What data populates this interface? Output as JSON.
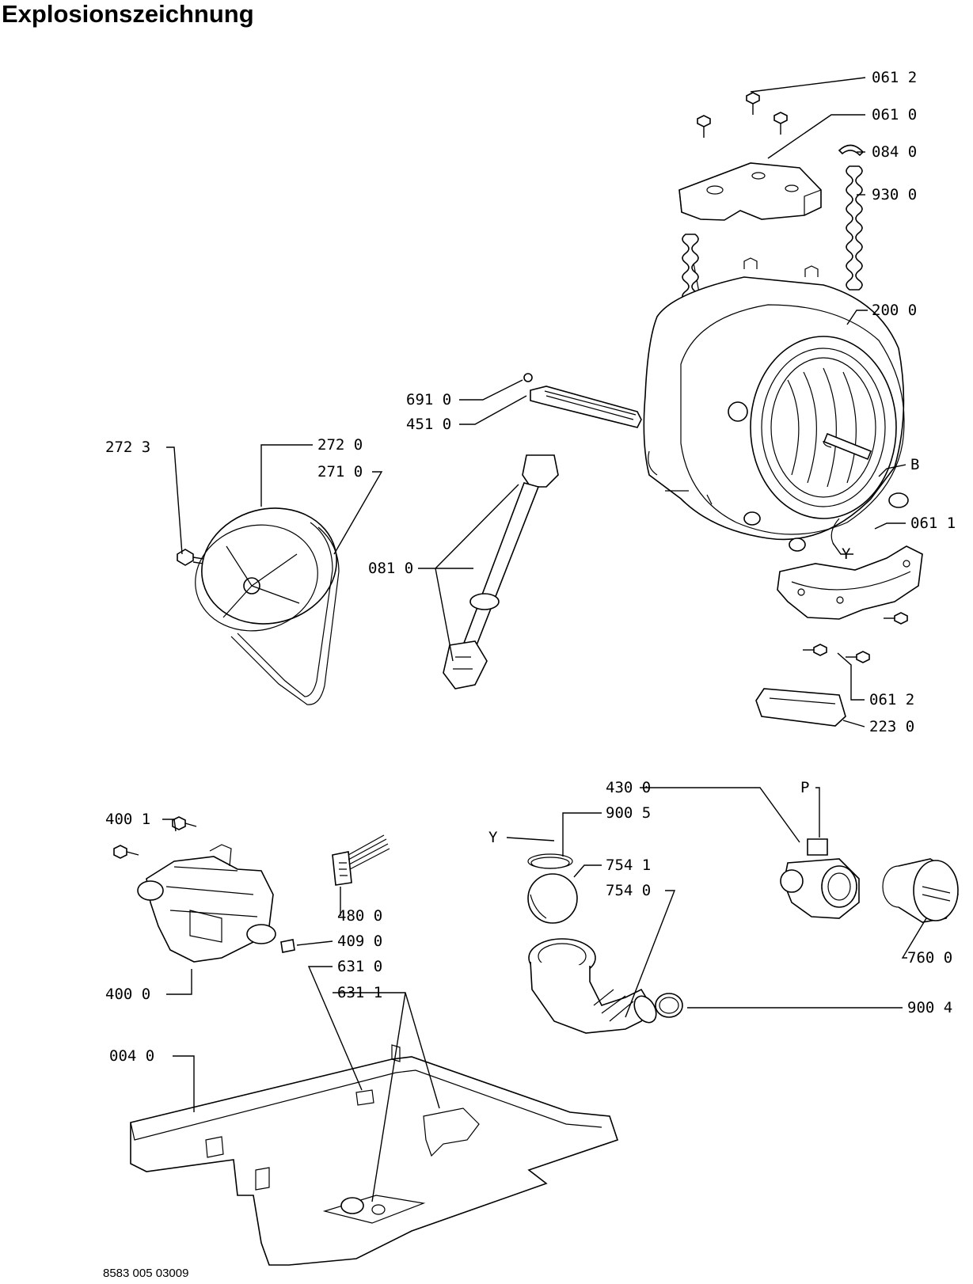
{
  "title": "Explosionszeichnung",
  "footer_code": "8583 005 03009",
  "labels": {
    "l0612a": "061 2",
    "l0610": "061 0",
    "l0840": "084 0",
    "l9300": "930 0",
    "l2000": "200 0",
    "lB": "B",
    "l0611": "061 1",
    "lY1": "Y",
    "l0612b": "061 2",
    "l2230": "223 0",
    "l6910": "691 0",
    "l4510": "451 0",
    "l2723": "272 3",
    "l2720": "272 0",
    "l2710": "271 0",
    "l0810": "081 0",
    "l4001": "400 1",
    "l4000": "400 0",
    "l4800": "480 0",
    "l4090": "409 0",
    "l6310": "631 0",
    "l6311": "631 1",
    "l0040": "004 0",
    "l4300": "430 0",
    "lP": "P",
    "l9005": "900 5",
    "lY2": "Y",
    "l7541": "754 1",
    "l7540": "754 0",
    "l7600": "760 0",
    "l9004": "900 4"
  }
}
